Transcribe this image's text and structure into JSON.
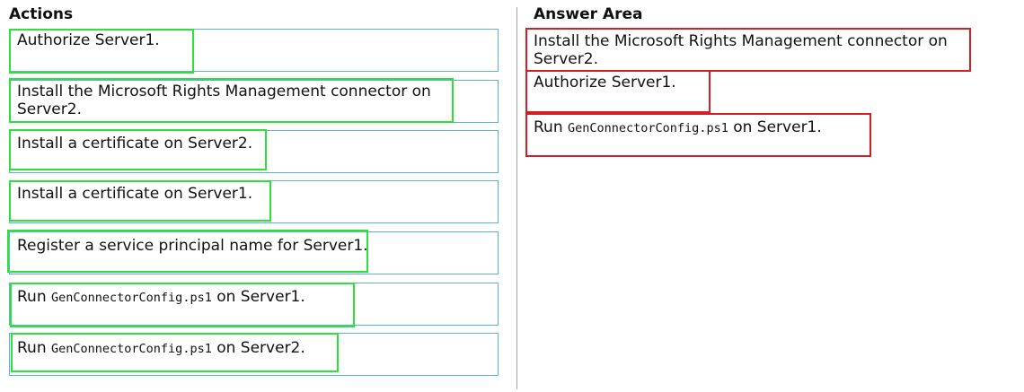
{
  "actions": {
    "heading": "Actions",
    "items": [
      {
        "text": "Authorize Server1."
      },
      {
        "text": "Install the Microsoft Rights Management connector on\nServer2."
      },
      {
        "text": "Install a certificate on Server2."
      },
      {
        "text": "Install a certificate on Server1."
      },
      {
        "text": "Register a service principal name for Server1."
      },
      {
        "prefix": "Run ",
        "code": "GenConnectorConfig.ps1",
        "suffix": " on Server1."
      },
      {
        "prefix": "Run ",
        "code": "GenConnectorConfig.ps1",
        "suffix": " on Server2."
      }
    ]
  },
  "answer_area": {
    "heading": "Answer Area",
    "items": [
      {
        "text": "Install the Microsoft Rights Management connector on\nServer2."
      },
      {
        "text": "Authorize Server1."
      },
      {
        "prefix": "Run ",
        "code": "GenConnectorConfig.ps1",
        "suffix": " on Server1."
      }
    ]
  },
  "colors": {
    "action_border": "#5fb2cf",
    "action_highlight": "#2de03a",
    "answer_border": "#d21f26",
    "divider": "#a6a6a6"
  }
}
